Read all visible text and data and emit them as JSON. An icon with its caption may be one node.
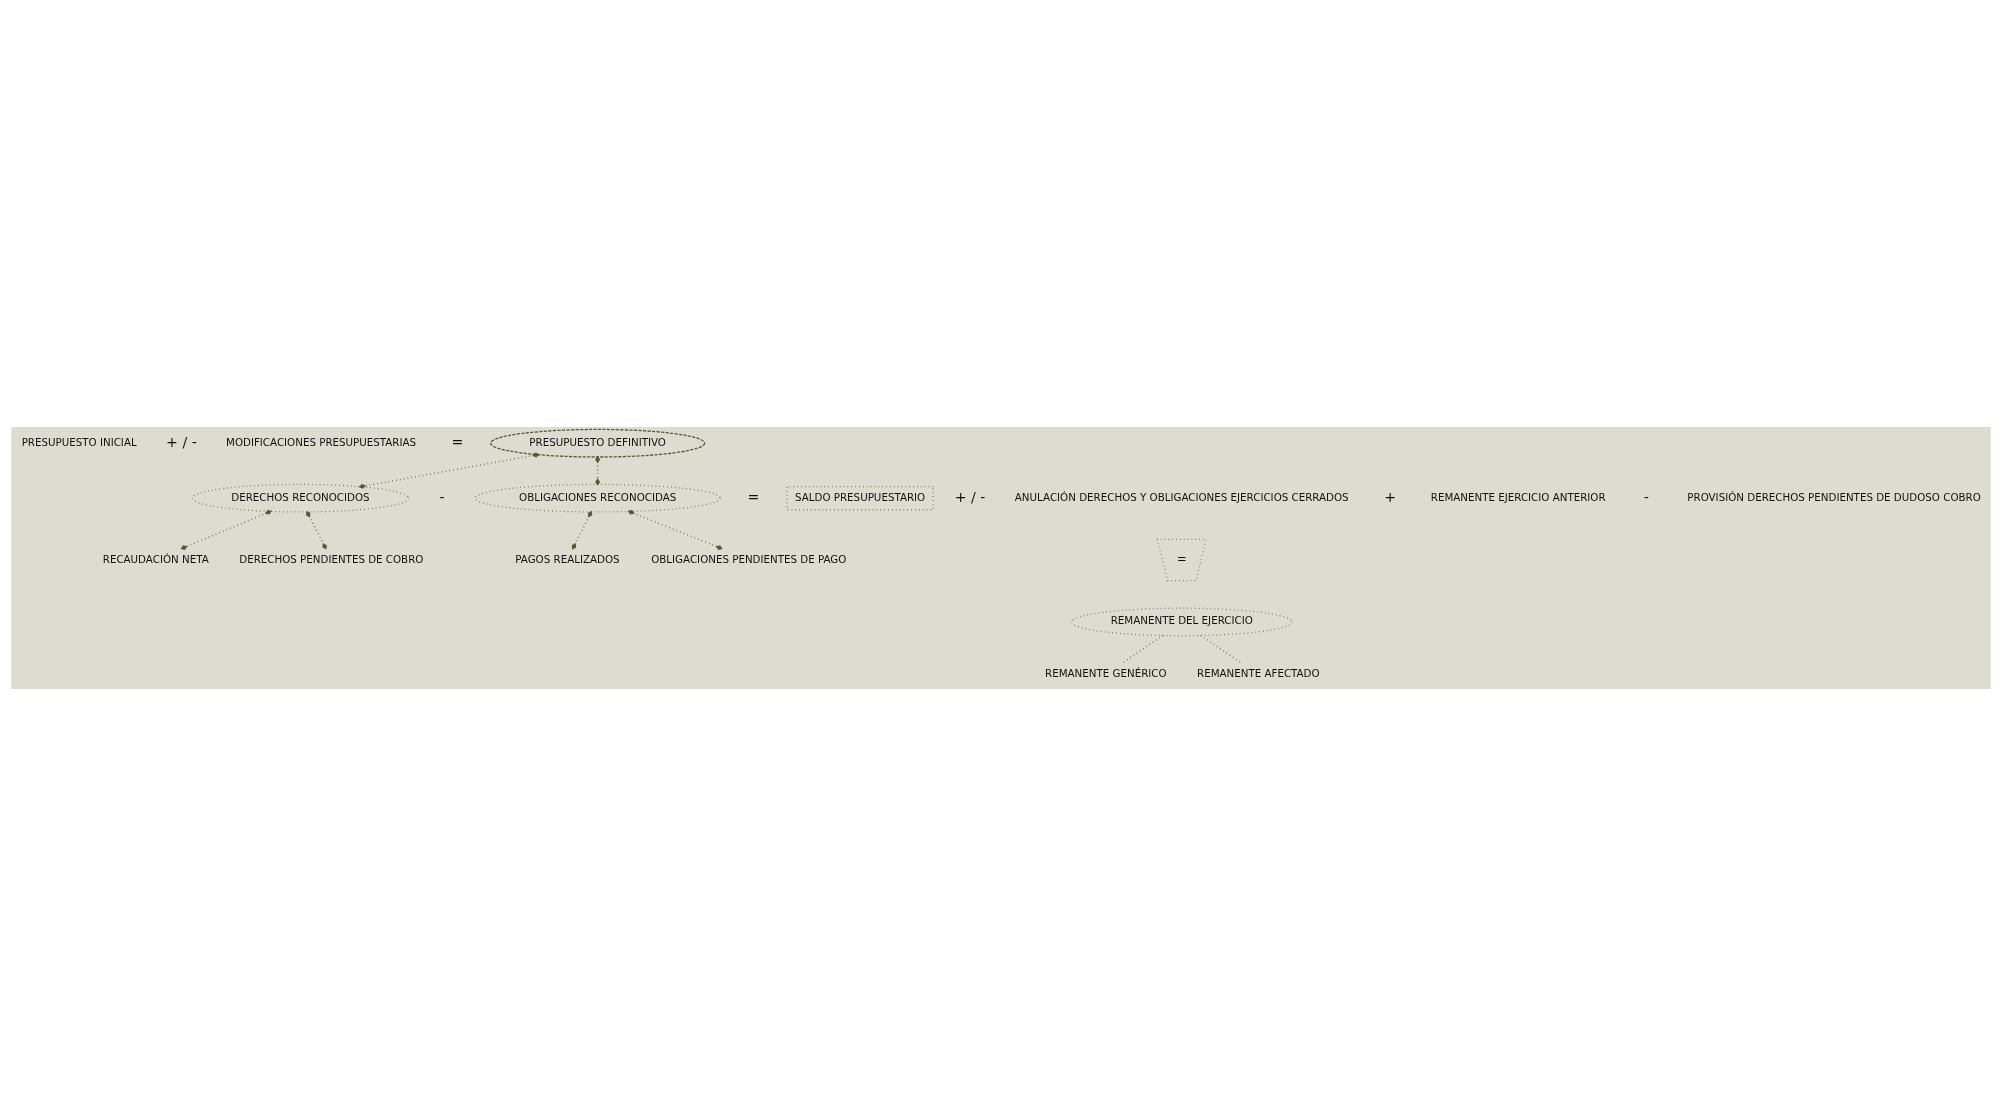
{
  "diagram": {
    "nodes": [
      {
        "text": [
          "PRESUPUESTO INICIAL"
        ]
      },
      {
        "text": [
          "MODIFICACIONES PRESUPUESTARIAS"
        ]
      },
      {
        "text": [
          "PRESUPUESTO DEFINITIVO"
        ]
      },
      {
        "text": [
          "DERECHOS RECONOCIDOS"
        ]
      },
      {
        "text": [
          "OBLIGACIONES RECONOCIDAS"
        ]
      },
      {
        "text": [
          "SALDO PRESUPUESTARIO"
        ]
      },
      {
        "text": [
          "ANULACIÓN DERECHOS Y OBLIGACIONES EJERCICIOS CERRADOS"
        ]
      },
      {
        "text": [
          "REMANENTE EJERCICIO ANTERIOR"
        ]
      },
      {
        "text": [
          "PROVISIÓN DERECHOS PENDIENTES DE DUDOSO COBRO"
        ]
      },
      {
        "text": [
          "RECAUDACIÓN NETA"
        ]
      },
      {
        "text": [
          "DERECHOS PENDIENTES DE COBRO"
        ]
      },
      {
        "text": [
          "PAGOS REALIZADOS"
        ]
      },
      {
        "text": [
          "OBLIGACIONES PENDIENTES DE PAGO"
        ]
      },
      {
        "text": [
          "="
        ]
      },
      {
        "text": [
          "REMANENTE DEL EJERCICIO"
        ]
      },
      {
        "text": [
          "REMANENTE GENÉRICO"
        ]
      },
      {
        "text": [
          "REMANENTE AFECTADO"
        ]
      }
    ],
    "edges": [
      {
        "from": 2,
        "to": 3,
        "arrow": "other"
      },
      {
        "from": 2,
        "to": 4,
        "arrow": "other"
      },
      {
        "from": 3,
        "to": 9,
        "arrow": "other"
      },
      {
        "from": 3,
        "to": 10,
        "arrow": "other"
      },
      {
        "from": 4,
        "to": 11,
        "arrow": "other"
      },
      {
        "from": 4,
        "to": 12,
        "arrow": "other"
      },
      {
        "from": 14,
        "to": 15,
        "arrow": "none"
      },
      {
        "from": 14,
        "to": 16,
        "arrow": "none"
      }
    ],
    "labels": [
      "+ / -",
      "=",
      "-",
      "=",
      "+ / -",
      "+",
      "-"
    ]
  }
}
